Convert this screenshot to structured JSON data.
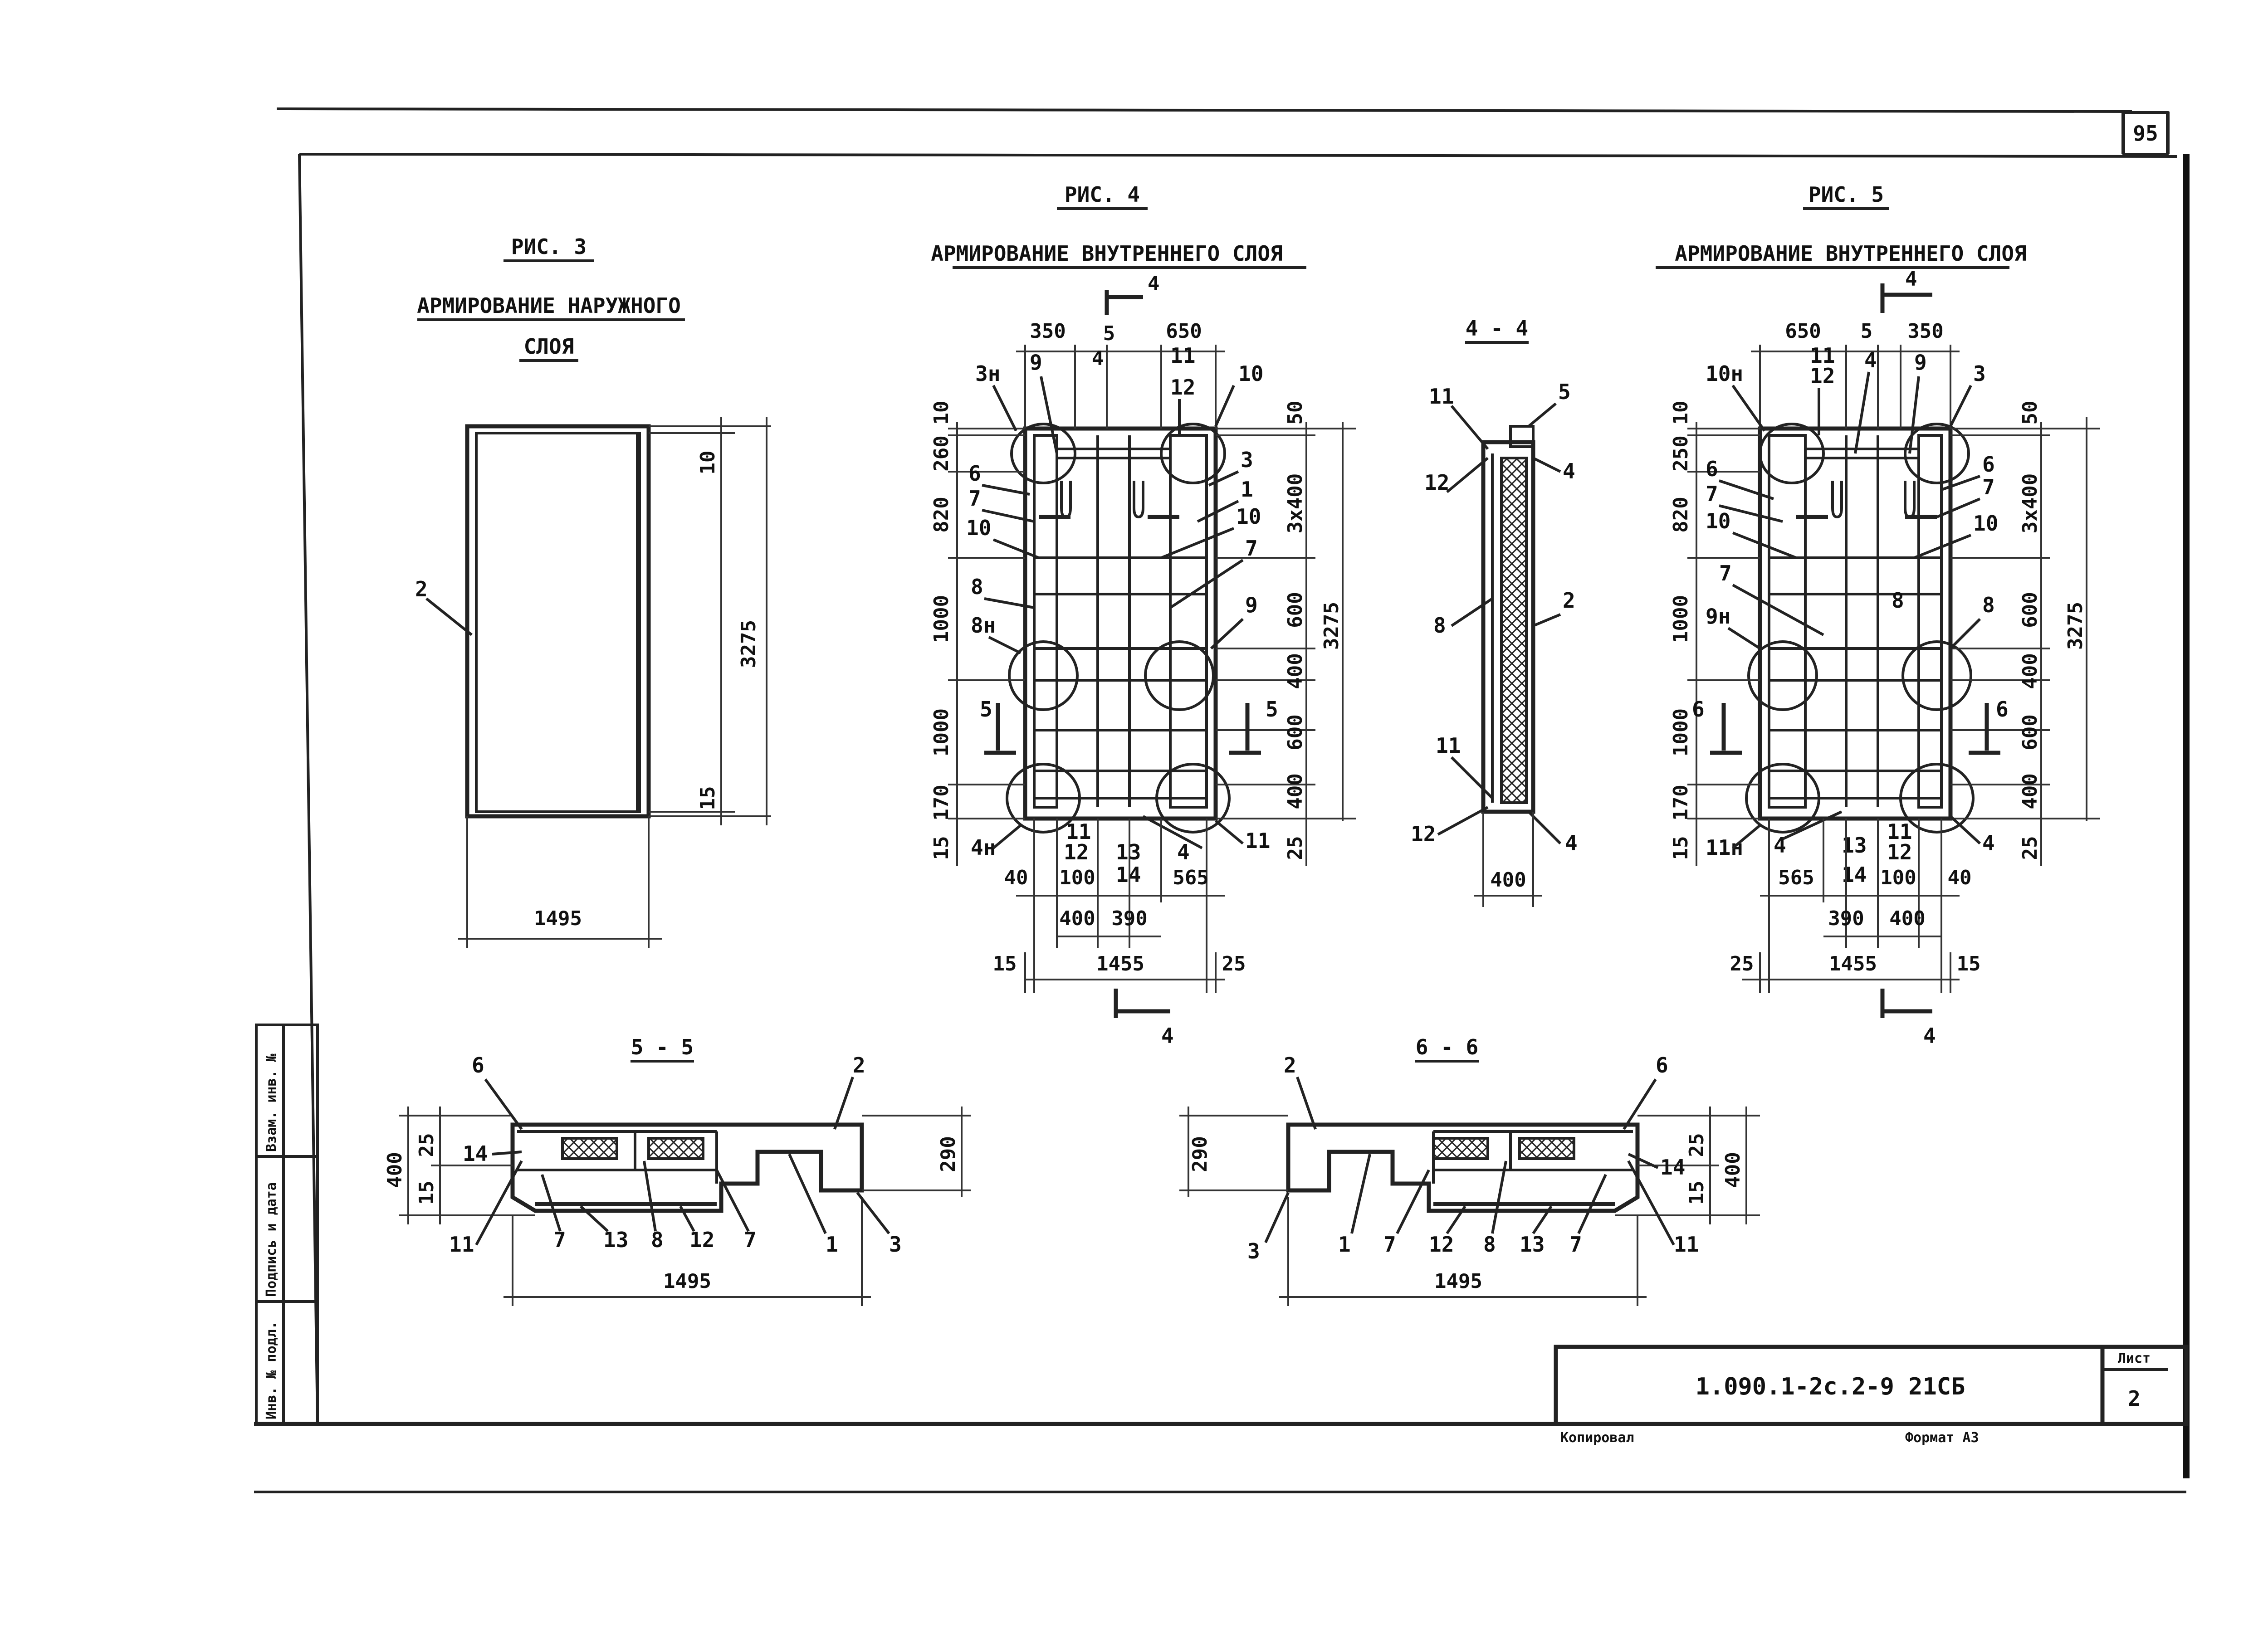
{
  "page_number": "95",
  "fig3": {
    "title": "РИС. 3",
    "subtitle_line1": "АРМИРОВАНИЕ НАРУЖНОГО",
    "subtitle_line2": "СЛОЯ",
    "callout": "2",
    "dim_width": "1495",
    "dim_height": "3275",
    "dim_top": "10",
    "dim_bottom": "15"
  },
  "fig4": {
    "title": "РИС. 4",
    "subtitle": "АРМИРОВАНИЕ ВНУТРЕННЕГО СЛОЯ",
    "section_arrow": "4",
    "left_dims": [
      "10",
      "260",
      "820",
      "1000",
      "1000",
      "170",
      "15"
    ],
    "right_dims": [
      "50",
      "3x400",
      "600",
      "400",
      "600",
      "400",
      "25"
    ],
    "total_height": "3275",
    "top_dims": [
      "350",
      "5",
      "4",
      "650"
    ],
    "callouts_left": [
      "3н",
      "9",
      "6",
      "7",
      "10",
      "8",
      "8н",
      "4н"
    ],
    "callouts_right": [
      "11",
      "12",
      "10",
      "3",
      "1",
      "10",
      "7",
      "9",
      "11"
    ],
    "bottom_labels": [
      "11",
      "12",
      "13",
      "14",
      "4"
    ],
    "bottom_dims_1": [
      "40",
      "100",
      "565"
    ],
    "bottom_dims_2": [
      "400",
      "390"
    ],
    "bottom_dims_3": [
      "15",
      "1455",
      "25"
    ],
    "section_marks": [
      "5",
      "5"
    ]
  },
  "sec44": {
    "title": "4 - 4",
    "labels": [
      "11",
      "12",
      "5",
      "4",
      "8",
      "2",
      "11",
      "12",
      "4"
    ],
    "dim_width": "400"
  },
  "fig5": {
    "title": "РИС. 5",
    "subtitle": "АРМИРОВАНИЕ ВНУТРЕННЕГО СЛОЯ",
    "section_arrow": "4",
    "left_dims": [
      "10",
      "250",
      "820",
      "1000",
      "1000",
      "170",
      "15"
    ],
    "right_dims": [
      "50",
      "3x400",
      "600",
      "400",
      "600",
      "400",
      "25"
    ],
    "total_height": "3275",
    "top_dims": [
      "650",
      "5",
      "350"
    ],
    "callouts_left": [
      "10н",
      "6",
      "7",
      "10",
      "7",
      "9н",
      "11н"
    ],
    "callouts_right": [
      "11",
      "12",
      "4",
      "9",
      "3",
      "6",
      "7",
      "10",
      "8",
      "8"
    ],
    "bottom_labels": [
      "4",
      "13",
      "11",
      "12",
      "14",
      "4"
    ],
    "bottom_dims_1": [
      "565",
      "100",
      "40"
    ],
    "bottom_dims_2": [
      "390",
      "400"
    ],
    "bottom_dims_3": [
      "25",
      "1455",
      "15"
    ],
    "section_marks": [
      "6",
      "6"
    ]
  },
  "sec55": {
    "title": "5 - 5",
    "labels_top": [
      "6",
      "2"
    ],
    "labels_left": [
      "14",
      "11"
    ],
    "labels_bottom": [
      "7",
      "13",
      "8",
      "12",
      "7",
      "1",
      "3"
    ],
    "dims_left": [
      "400",
      "25",
      "15"
    ],
    "dim_right": "290",
    "dim_width": "1495"
  },
  "sec66": {
    "title": "6 - 6",
    "labels_top": [
      "2",
      "6"
    ],
    "labels_right": [
      "14",
      "11"
    ],
    "labels_bottom": [
      "3",
      "1",
      "7",
      "12",
      "8",
      "13",
      "7"
    ],
    "dims_right": [
      "25",
      "15",
      "400"
    ],
    "dim_left": "290",
    "dim_width": "1495"
  },
  "stamp": {
    "code": "1.090.1-2с.2-9 21СБ",
    "sheet_label": "Лист",
    "sheet_number": "2"
  },
  "side_stamp": [
    "Инв. № подл.",
    "Подпись и дата",
    "Взам. инв. №"
  ],
  "footer": {
    "copied": "Копировал",
    "format": "Формат А3"
  }
}
